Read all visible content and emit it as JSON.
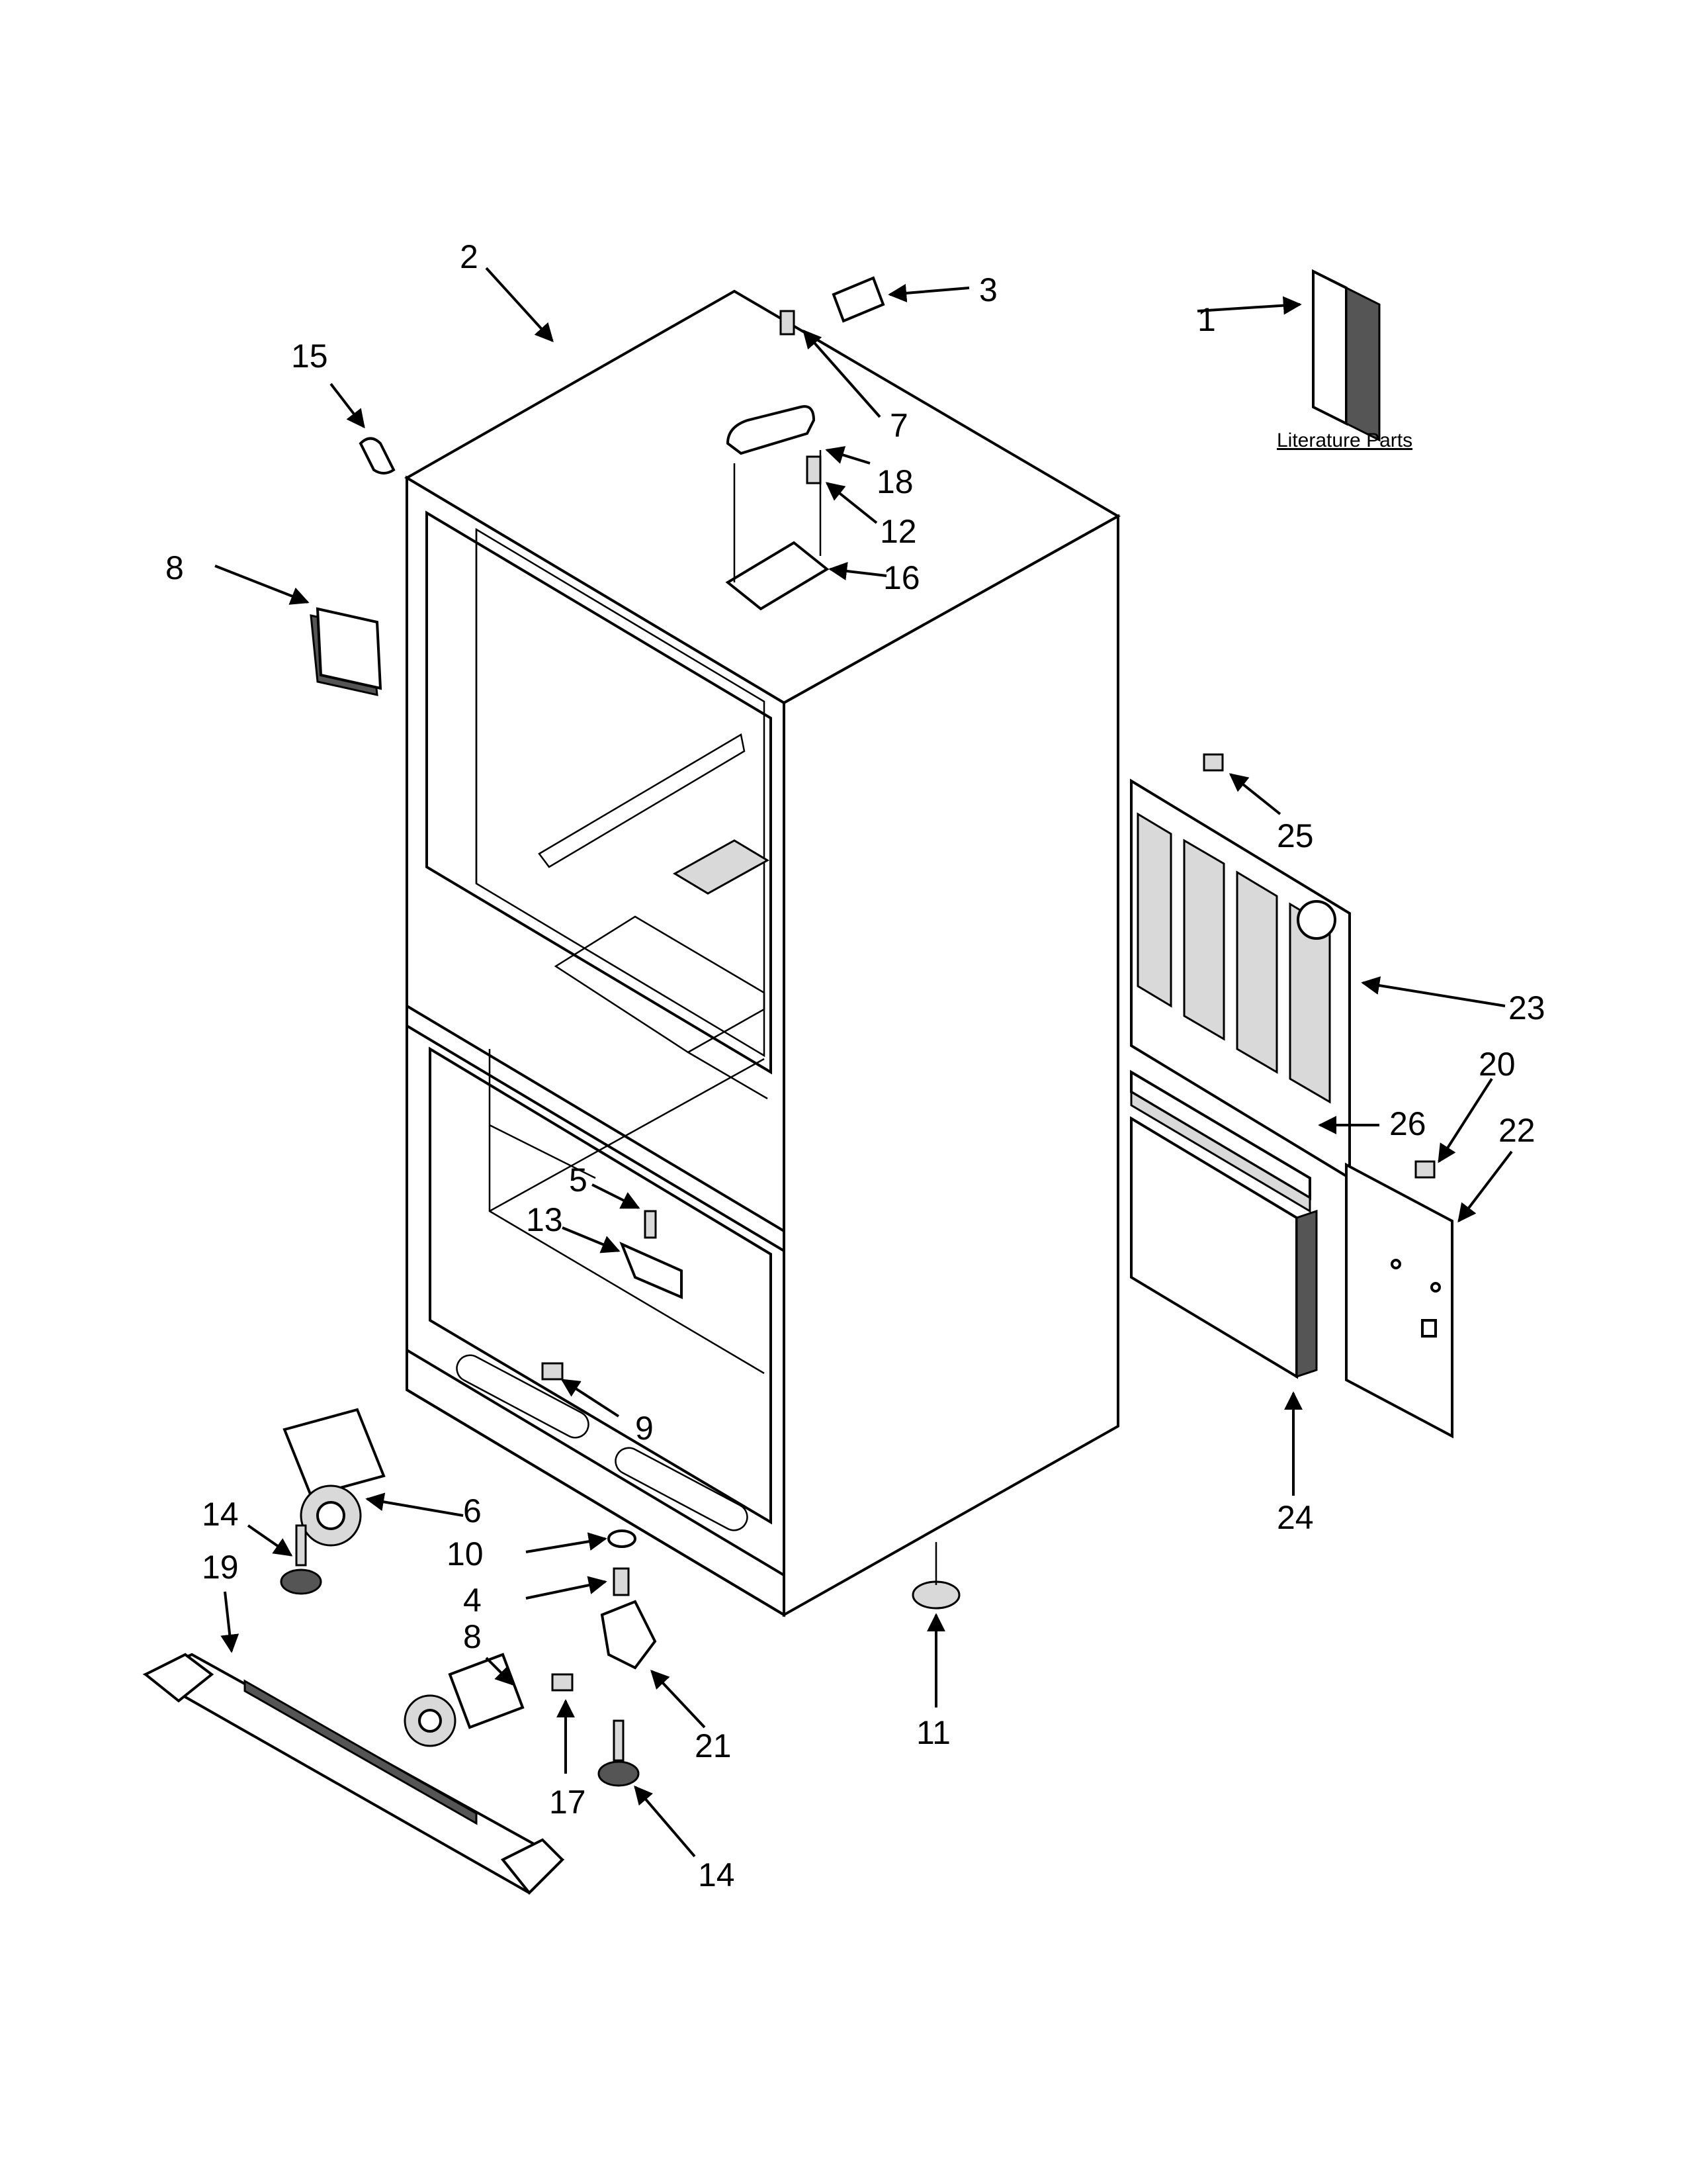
{
  "literature_label": "Literature Parts",
  "callouts": {
    "c1": "1",
    "c2": "2",
    "c3": "3",
    "c4": "4",
    "c5": "5",
    "c6": "6",
    "c7": "7",
    "c8a": "8",
    "c8b": "8",
    "c9": "9",
    "c10": "10",
    "c11": "11",
    "c12": "12",
    "c13": "13",
    "c14a": "14",
    "c14b": "14",
    "c15": "15",
    "c16": "16",
    "c17": "17",
    "c18": "18",
    "c19": "19",
    "c20": "20",
    "c21": "21",
    "c22": "22",
    "c23": "23",
    "c24": "24",
    "c25": "25",
    "c26": "26"
  }
}
